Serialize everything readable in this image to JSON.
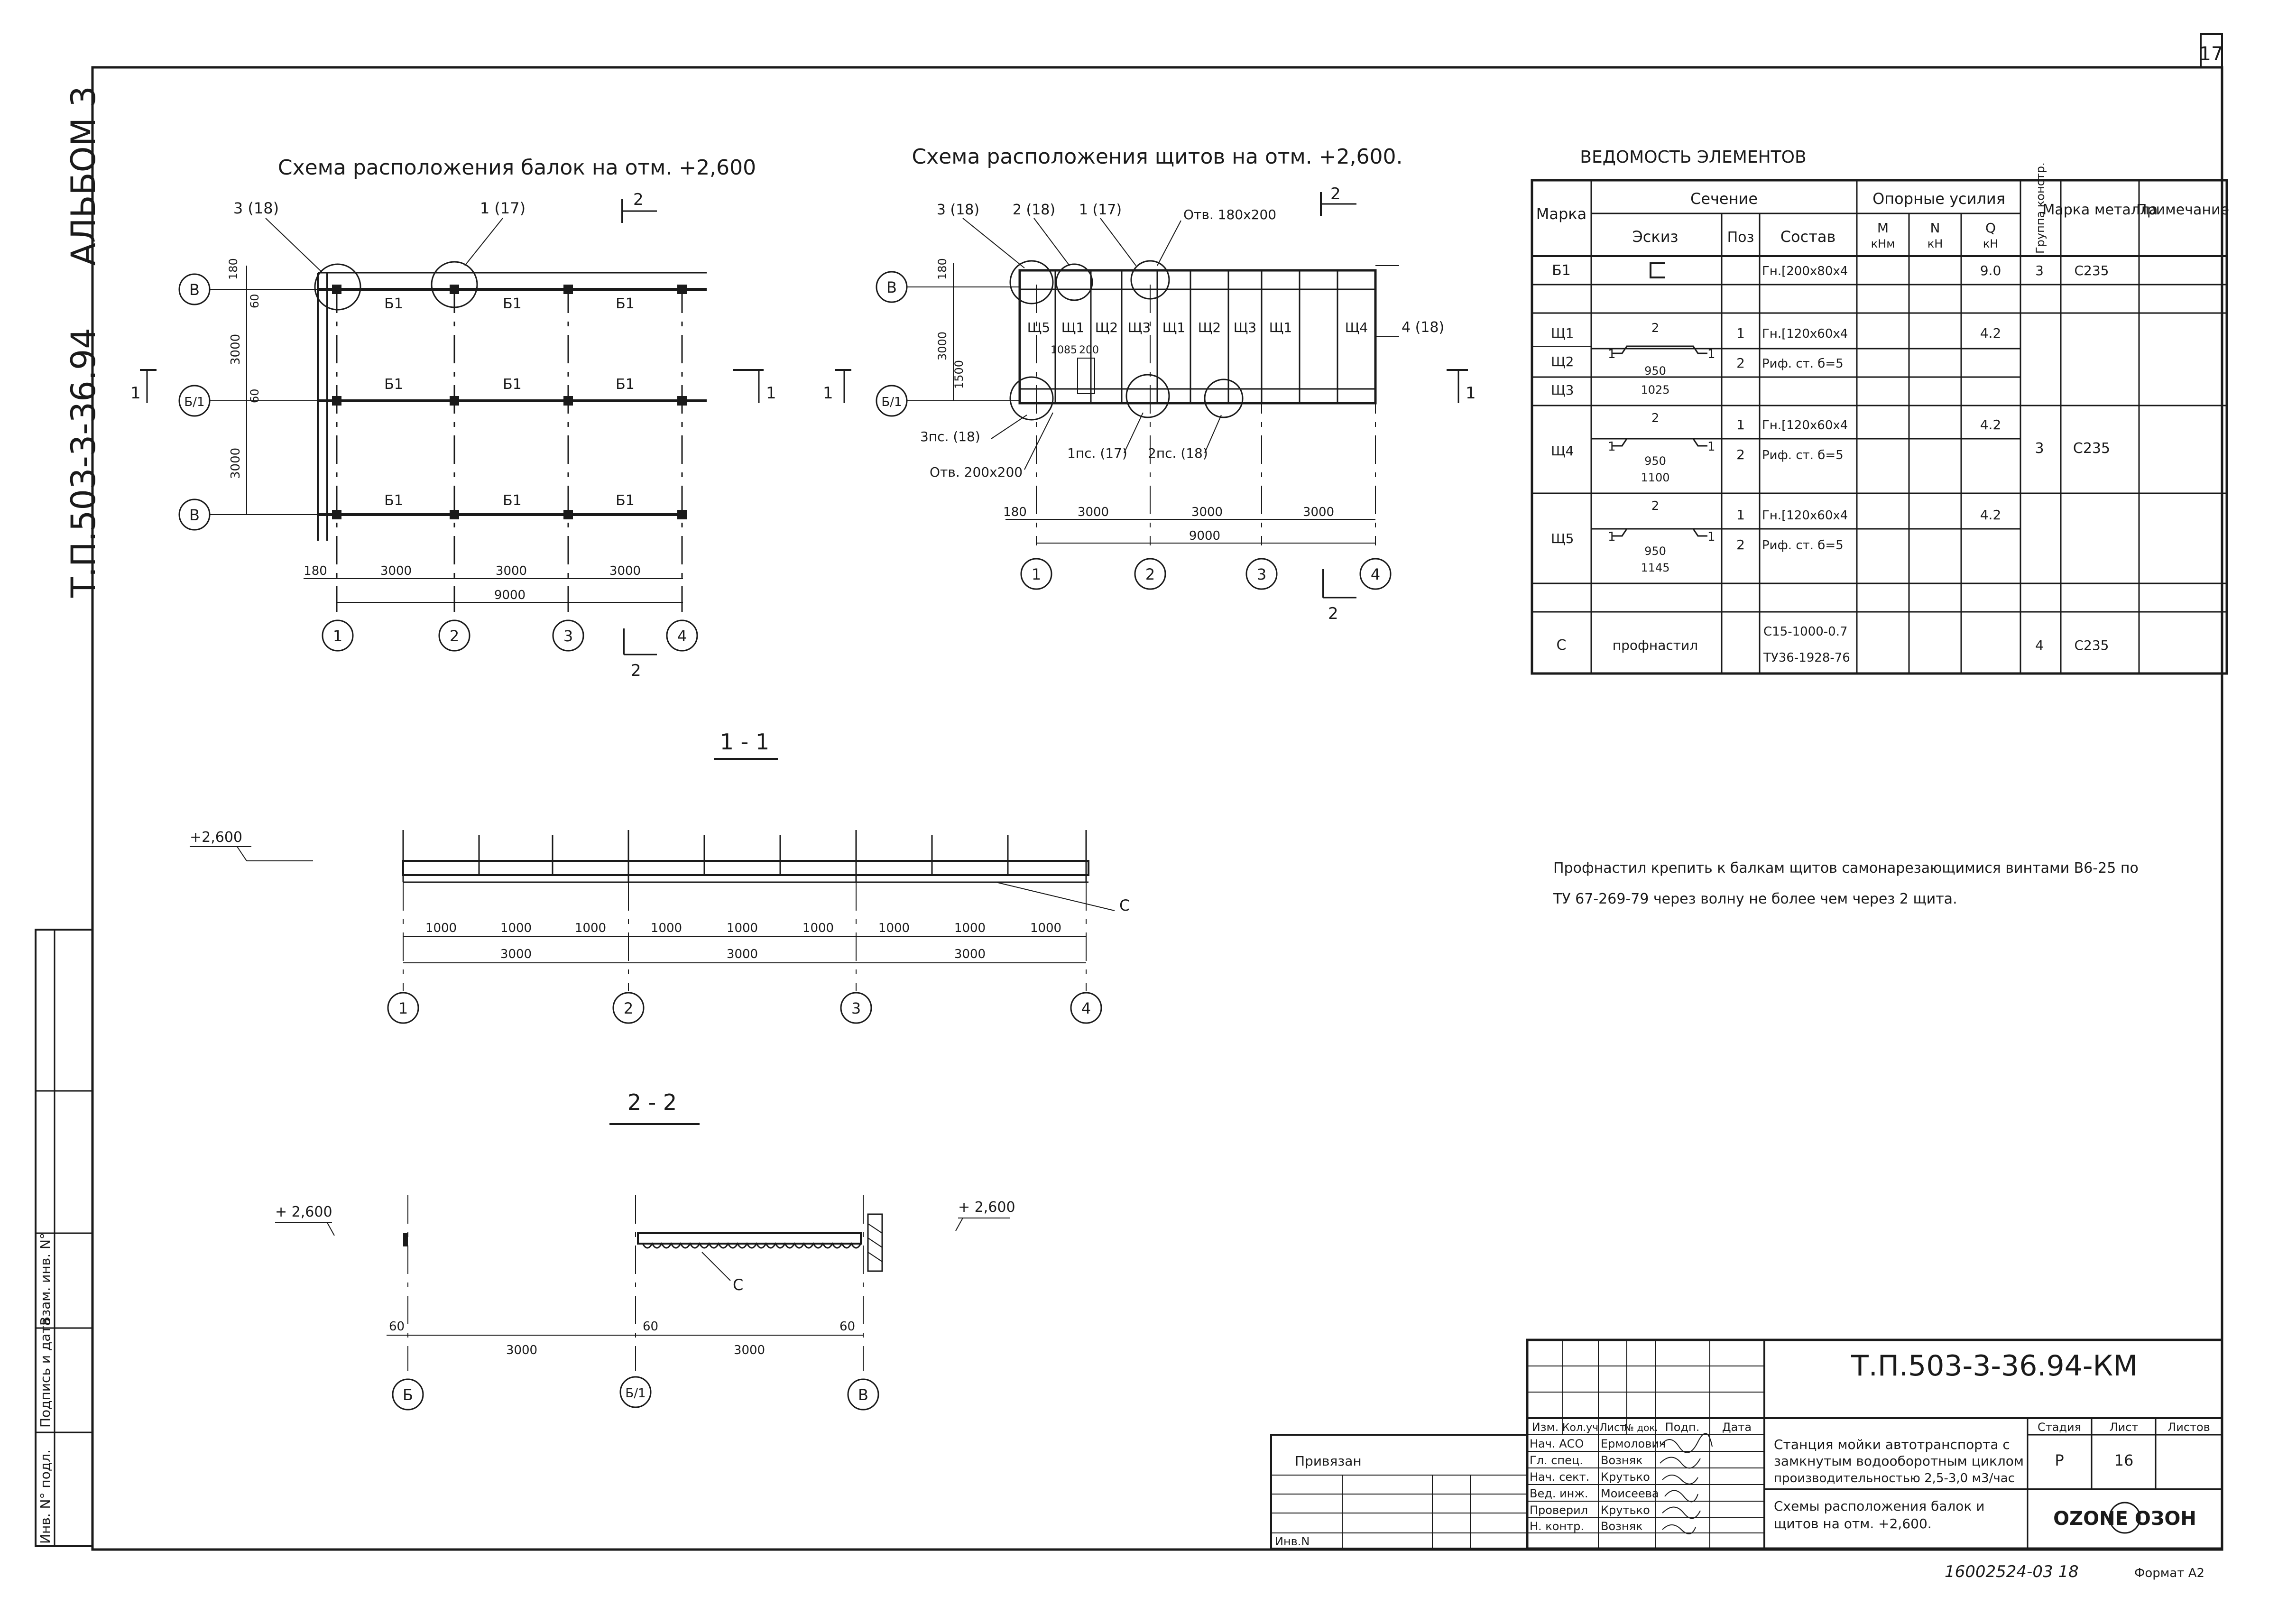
{
  "sheet_number": "17",
  "album": "АЛЬБОМ 3",
  "side_code": "Т.П.503-3-36.94",
  "plan1": {
    "title": "Схема расположения балок на отм. +2,600",
    "callouts": [
      "3 (18)",
      "1 (17)"
    ],
    "axes_rows": [
      "В",
      "Б/1",
      "В"
    ],
    "axes_cols": [
      "1",
      "2",
      "3",
      "4"
    ],
    "dims_left": [
      "180",
      "60",
      "3000",
      "60",
      "3000"
    ],
    "dims_bottom": [
      "180",
      "3000",
      "3000",
      "3000"
    ],
    "total": "9000",
    "beam": "Б1",
    "cut1": "1",
    "cut2": "2"
  },
  "plan2": {
    "title": "Схема расположения щитов на отм. +2,600.",
    "callouts": [
      "3 (18)",
      "2 (18)",
      "1 (17)",
      "Отв. 180х200",
      "4 (18)",
      "3пс. (18)",
      "Отв. 200х200",
      "1пс. (17)",
      "2пс. (18)"
    ],
    "panels": [
      "Щ5",
      "Щ1",
      "Щ2",
      "Щ3",
      "Щ1",
      "Щ2",
      "Щ3",
      "Щ1",
      "Щ4"
    ],
    "dims_left": [
      "180",
      "3000",
      "1500"
    ],
    "dims_inner": [
      "1085",
      "200"
    ],
    "dims_bottom": [
      "180",
      "3000",
      "3000",
      "3000"
    ],
    "total": "9000",
    "axes_rows": [
      "В",
      "Б/1"
    ],
    "axes_cols": [
      "1",
      "2",
      "3",
      "4"
    ]
  },
  "section11": {
    "title": "1 - 1",
    "level": "+2,600",
    "mark": "С",
    "spacing": [
      "1000",
      "1000",
      "1000",
      "1000",
      "1000",
      "1000",
      "1000",
      "1000",
      "1000"
    ],
    "spans": [
      "3000",
      "3000",
      "3000"
    ],
    "axes": [
      "1",
      "2",
      "3",
      "4"
    ]
  },
  "section22": {
    "title": "2 - 2",
    "level_left": "+ 2,600",
    "level_right": "+ 2,600",
    "mark": "С",
    "dims": [
      "60",
      "3000",
      "60",
      "3000",
      "60"
    ],
    "axes": [
      "Б",
      "Б/1",
      "В"
    ]
  },
  "table": {
    "title": "ВЕДОМОСТЬ ЭЛЕМЕНТОВ",
    "headers": {
      "marka": "Марка",
      "section": "Сечение",
      "sketch": "Эскиз",
      "pos": "Поз",
      "composition": "Состав",
      "forces": "Опорные усилия",
      "m": "М",
      "m_unit": "кНм",
      "n": "N",
      "n_unit": "кН",
      "q": "Q",
      "q_unit": "кН",
      "group": "Группа констр.",
      "metal": "Марка металла",
      "note": "Примечание"
    },
    "rows": {
      "b1": {
        "mark": "Б1",
        "comp": "Гн.[200х80х4",
        "q": "9.0",
        "group": "3",
        "metal": "С235"
      },
      "sh1": {
        "marks": [
          "Щ1",
          "Щ2",
          "Щ3"
        ],
        "p1": "1",
        "c1": "Гн.[120х60х4",
        "p2": "2",
        "c2": "Риф. ст. б=5",
        "q": "4.2",
        "sketch_top": "2",
        "sketch_side": "1",
        "w1": "950",
        "w2": "1025"
      },
      "sh4": {
        "mark": "Щ4",
        "p1": "1",
        "c1": "Гн.[120х60х4",
        "p2": "2",
        "c2": "Риф. ст. б=5",
        "q": "4.2",
        "sketch_top": "2",
        "sketch_side": "1",
        "w1": "950",
        "w2": "1100",
        "group": "3",
        "metal": "С235"
      },
      "sh5": {
        "mark": "Щ5",
        "p1": "1",
        "c1": "Гн.[120х60х4",
        "p2": "2",
        "c2": "Риф. ст. б=5",
        "q": "4.2",
        "sketch_top": "2",
        "sketch_side": "1",
        "w1": "950",
        "w2": "1145"
      },
      "c": {
        "mark": "С",
        "sketch": "профнастил",
        "c1": "С15-1000-0.7",
        "c2": "ТУ36-1928-76",
        "group": "4",
        "metal": "С235"
      }
    }
  },
  "note": {
    "line1": "Профнастил крепить к балкам щитов самонарезающимися винтами В6-25 по",
    "line2": "ТУ 67-269-79 через волну не более чем через 2 щита."
  },
  "stamp": {
    "code": "Т.П.503-3-36.94-КМ",
    "head": [
      "Изм.",
      "Кол.уч",
      "Лист",
      "№ док.",
      "Подп.",
      "Дата"
    ],
    "roles": [
      "Нач. АСО",
      "Гл. спец.",
      "Нач. сект.",
      "Вед. инж.",
      "Проверил",
      "Н. контр."
    ],
    "names": [
      "Ермолович",
      "Возняк",
      "Крутько",
      "Моисеева",
      "Крутько",
      "Возняк"
    ],
    "object1": "Станция мойки автотранспорта с",
    "object2": "замкнутым водооборотным циклом",
    "object3": "производительностью 2,5-3,0 м3/час",
    "sheet_title1": "Схемы расположения балок и",
    "sheet_title2": "щитов на отм. +2,600.",
    "stage_h": "Стадия",
    "sheet_h": "Лист",
    "sheets_h": "Листов",
    "stage": "Р",
    "sheet": "16",
    "logo": "OZONE ОЗОН",
    "bound": "Привязан",
    "inv": "Инв.N"
  },
  "side_stamp": [
    "Инв. N° подл.",
    "Подпись и дата",
    "Взам. инв. N°"
  ],
  "footer": {
    "inventory": "16002524-03 18",
    "format": "Формат А2"
  }
}
